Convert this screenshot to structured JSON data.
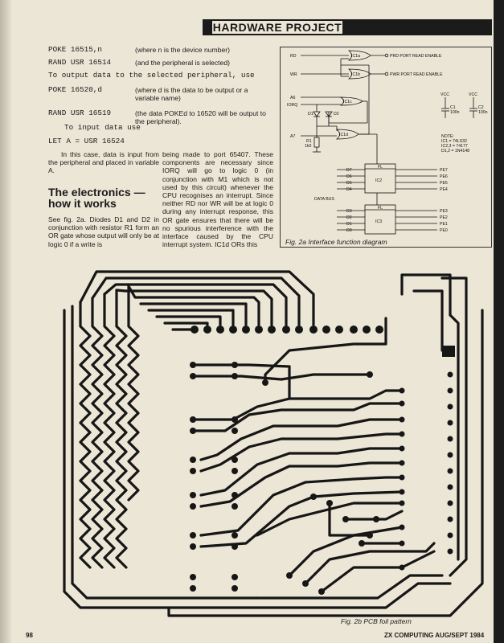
{
  "header": {
    "title": "HARDWARE PROJECT"
  },
  "code_lines": [
    {
      "code": "POKE 16515,n",
      "comment": "(where n is the device number)"
    },
    {
      "code": "RAND USR 16514",
      "comment": "(and the peripheral is selected)"
    },
    {
      "code": "To output data to the selected peripheral, use",
      "comment": ""
    },
    {
      "code": "POKE 16520,d",
      "comment": "(where d is the data to be output or a variable name)"
    },
    {
      "code": "RAND USR 16519",
      "comment": "(the data POKEd to 16520 will be output to the peripheral)."
    },
    {
      "code": "To input data use",
      "comment": ""
    },
    {
      "code": "LET A = USR 16524",
      "comment": ""
    }
  ],
  "col1_para": "In this case, data is input from the peripheral and placed in variable A.",
  "heading": "The electronics — how it works",
  "col1_para2": "See fig. 2a. Diodes D1 and D2 in conjunction with resistor R1 form an OR gate whose output will only be at logic 0 if a write is",
  "col2_para": "being made to port 65407. These components are necessary since IORQ will go to logic 0 (in conjunction with M1 which is not used by this circuit) whenever the CPU recognises an interrupt. Since neither RD nor WR will be at logic 0 during any interrupt response, this OR gate ensures that there will be no spurious interference with the interface caused by the CPU interrupt system. IC1d ORs this",
  "fig2a": {
    "caption": "Fig. 2a Interface function diagram",
    "inputs": [
      "RD",
      "WR",
      "A6",
      "IORQ",
      "A7"
    ],
    "gates": [
      "IC1a",
      "IC1b",
      "IC1c",
      "IC1d"
    ],
    "outputs": [
      "PRD PORT READ ENABLE",
      "PWR PORT READ ENABLE"
    ],
    "diodes": [
      "D1",
      "D2"
    ],
    "resistor": [
      "R1",
      "1k0"
    ],
    "vcc_caps": [
      {
        "vcc": "VCC",
        "name": "C1",
        "value": "100n"
      },
      {
        "vcc": "VCC",
        "name": "C2",
        "value": "100n"
      }
    ],
    "note": [
      "NOTE:",
      "IC1 = 74LS32",
      "IC2,3 = 74177",
      "D1,2 = 1N4148"
    ],
    "data_bus": "DATA BUS",
    "ic2_inputs": [
      "D7",
      "D6",
      "D5",
      "D4"
    ],
    "ic3_inputs": [
      "D3",
      "D2",
      "D1",
      "D0"
    ],
    "ic2_outputs": [
      "PE7",
      "PE6",
      "PE5",
      "PE4"
    ],
    "ic3_outputs": [
      "PE3",
      "PE2",
      "PE1",
      "PE0"
    ],
    "ic_labels": [
      "FL",
      "IC2",
      "FL",
      "IC3"
    ]
  },
  "fig2b": {
    "caption": "Fig. 2b PCB foil pattern"
  },
  "footer": {
    "page_number": "98",
    "magazine": "ZX COMPUTING AUG/SEPT 1984"
  },
  "colors": {
    "ink": "#1a1a1a",
    "paper": "#ece6d6"
  }
}
